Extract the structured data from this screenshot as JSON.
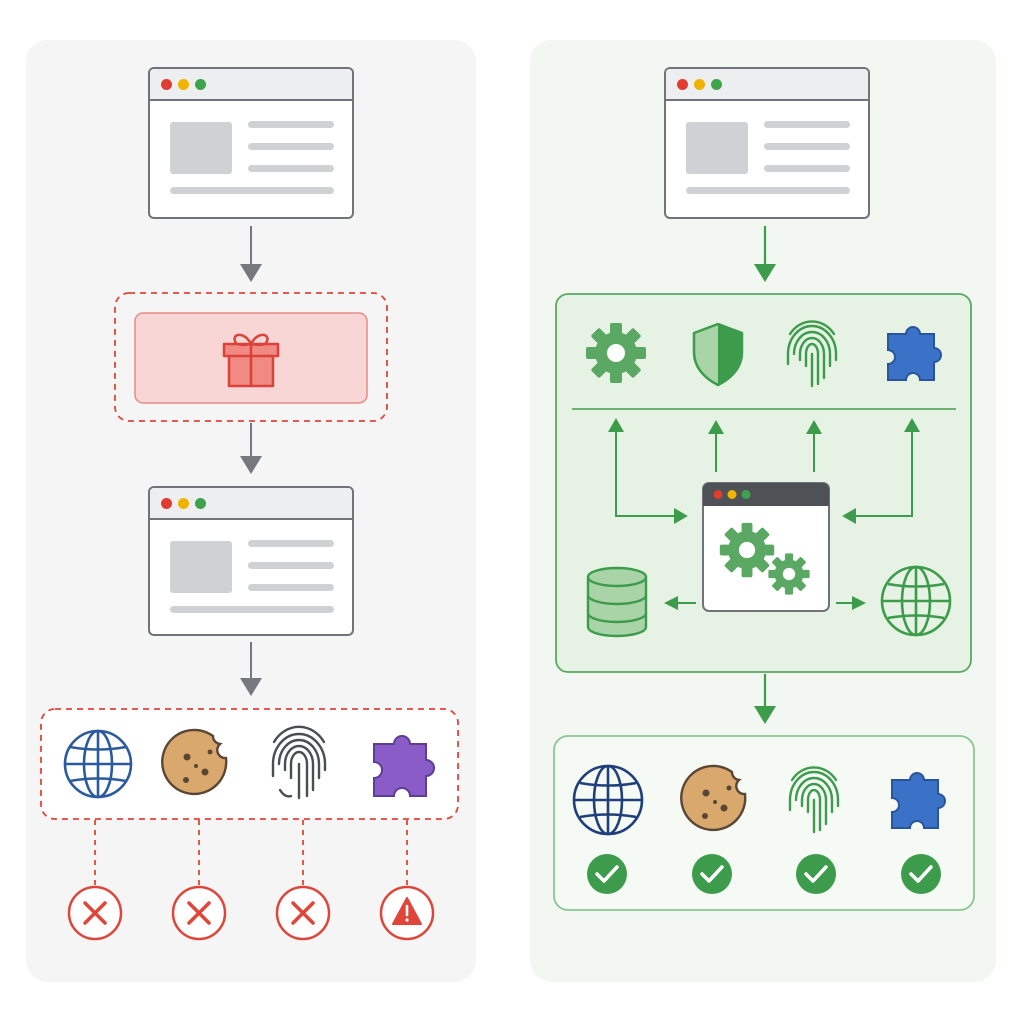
{
  "colors": {
    "panel_left": "#f5f5f6",
    "panel_right": "#f2f7f1",
    "window_border": "#70747a",
    "arrow_gray": "#75797f",
    "danger_red": "#e0453a",
    "danger_fill": "#f8d6d6",
    "success_green": "#3d9b4c",
    "globe_blue": "#2b5a9e",
    "puzzle_purple": "#8a5cc7",
    "puzzle_blue": "#3a72c8",
    "cookie_tan": "#d8a86c"
  },
  "left": {
    "steps": [
      "browser-window",
      "gift-box",
      "browser-window",
      "web-features"
    ],
    "features": [
      "globe-icon",
      "cookie-icon",
      "fingerprint-icon",
      "puzzle-icon"
    ],
    "outcomes": [
      "error",
      "error",
      "error",
      "warning"
    ]
  },
  "right": {
    "features_top": [
      "gear-icon",
      "shield-icon",
      "fingerprint-icon",
      "puzzle-icon"
    ],
    "center": "browser-window-gears",
    "side_nodes": [
      "database-icon",
      "globe-icon"
    ],
    "features_bottom": [
      "globe-icon",
      "cookie-icon",
      "fingerprint-icon",
      "puzzle-icon"
    ],
    "outcomes": [
      "success",
      "success",
      "success",
      "success"
    ]
  }
}
